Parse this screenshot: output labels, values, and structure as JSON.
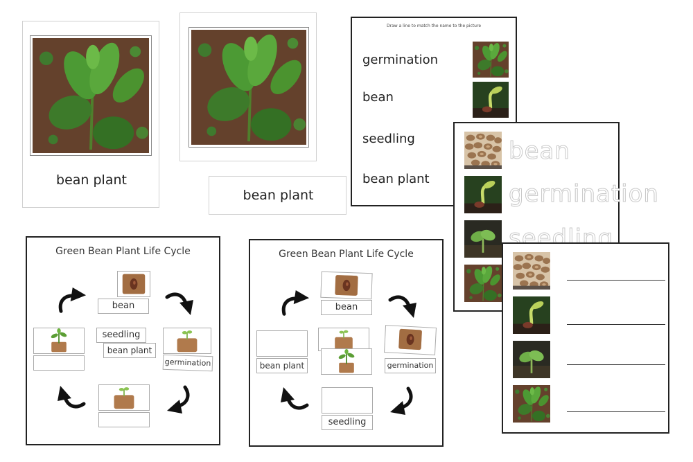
{
  "cards": {
    "card1_label": "bean plant",
    "card2_label": "bean plant",
    "label_card": "bean plant"
  },
  "matching_sheet": {
    "instruction": "Draw a line to match the name to the picture",
    "words": [
      "germination",
      "bean",
      "seedling",
      "bean plant"
    ]
  },
  "tracing_sheet": {
    "words": [
      "bean",
      "germination",
      "seedling"
    ]
  },
  "cycle_left": {
    "title": "Green Bean Plant Life Cycle",
    "bean": "bean",
    "seedling": "seedling",
    "bean_plant": "bean plant",
    "germination": "germination"
  },
  "cycle_right": {
    "title": "Green Bean Plant Life Cycle",
    "bean": "bean",
    "bean_plant": "bean plant",
    "germination": "germination",
    "seedling": "seedling"
  }
}
